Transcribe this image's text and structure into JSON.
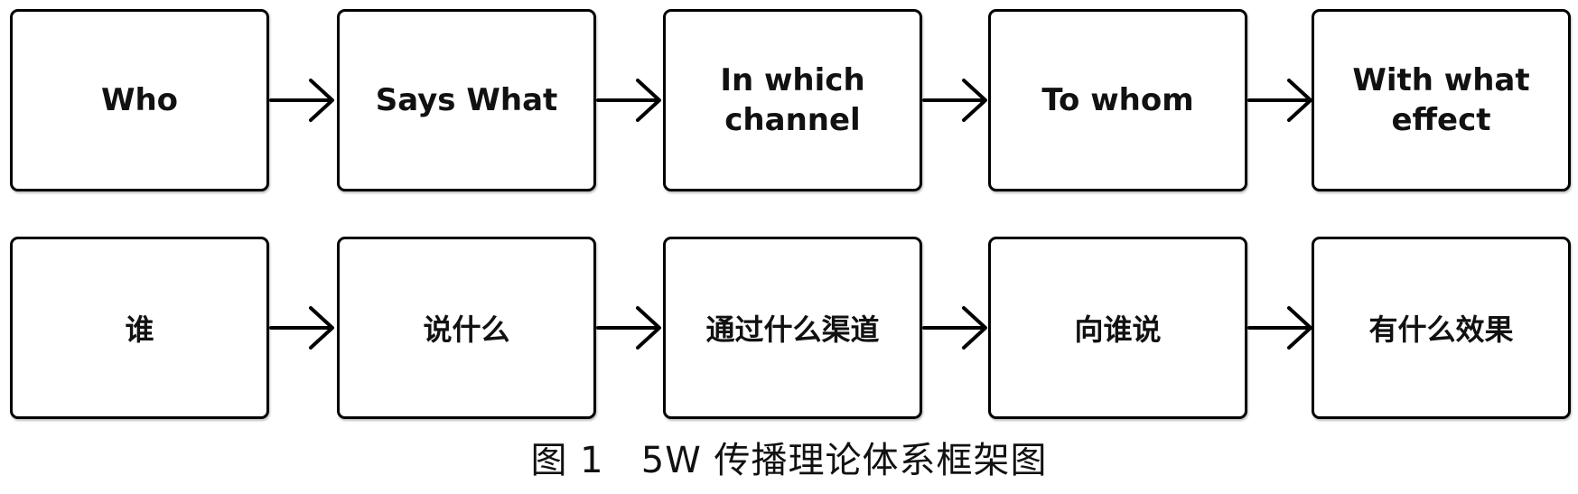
{
  "rows": {
    "english": [
      "Who",
      "Says What",
      "In which\nchannel",
      "To whom",
      "With what\neffect"
    ],
    "chinese": [
      "谁",
      "说什么",
      "通过什么渠道",
      "向谁说",
      "有什么效果"
    ]
  },
  "caption": {
    "number": "图 1",
    "text": "5W 传播理论体系框架图"
  }
}
